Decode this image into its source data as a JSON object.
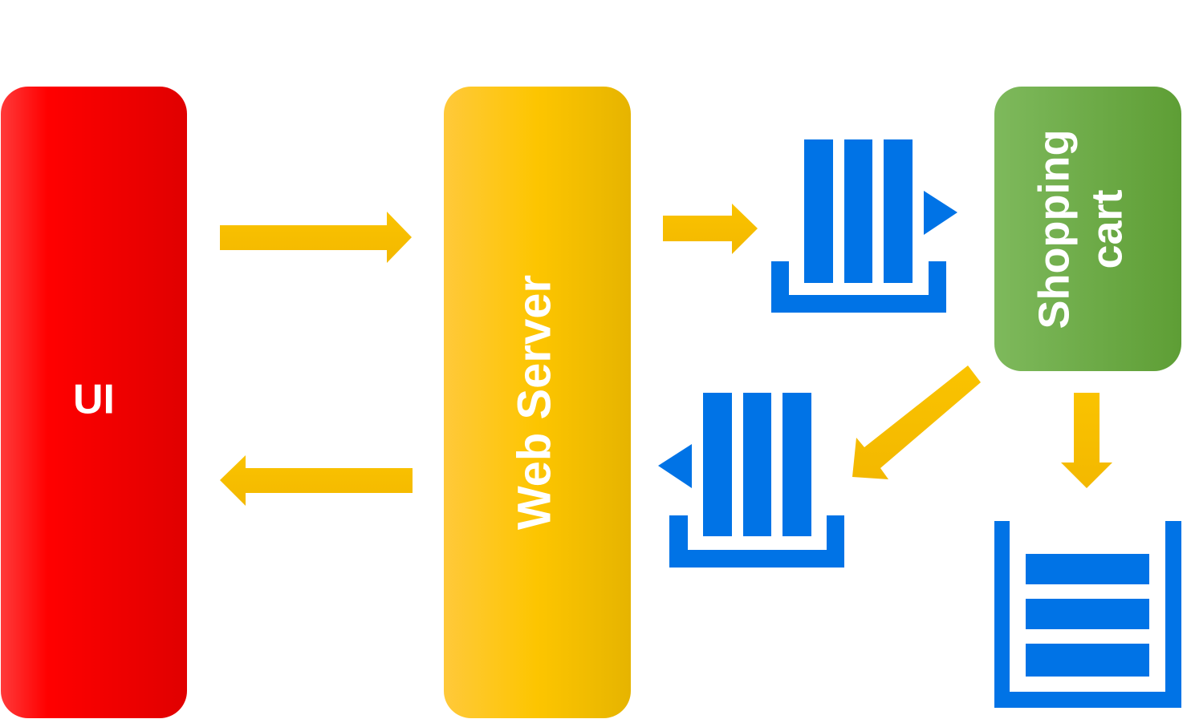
{
  "nodes": {
    "ui": {
      "label": "UI"
    },
    "web_server": {
      "label": "Web Server"
    },
    "shopping_cart": {
      "label_line1": "Shopping",
      "label_line2": "cart"
    }
  },
  "colors": {
    "ui": "#ff0000",
    "web_server": "#fcc400",
    "shopping_cart": "#6ca944",
    "queue_icon": "#0073e6",
    "arrow": "#f7c000"
  },
  "icons": [
    "request-queue-icon",
    "response-queue-icon",
    "storage-stack-icon"
  ]
}
